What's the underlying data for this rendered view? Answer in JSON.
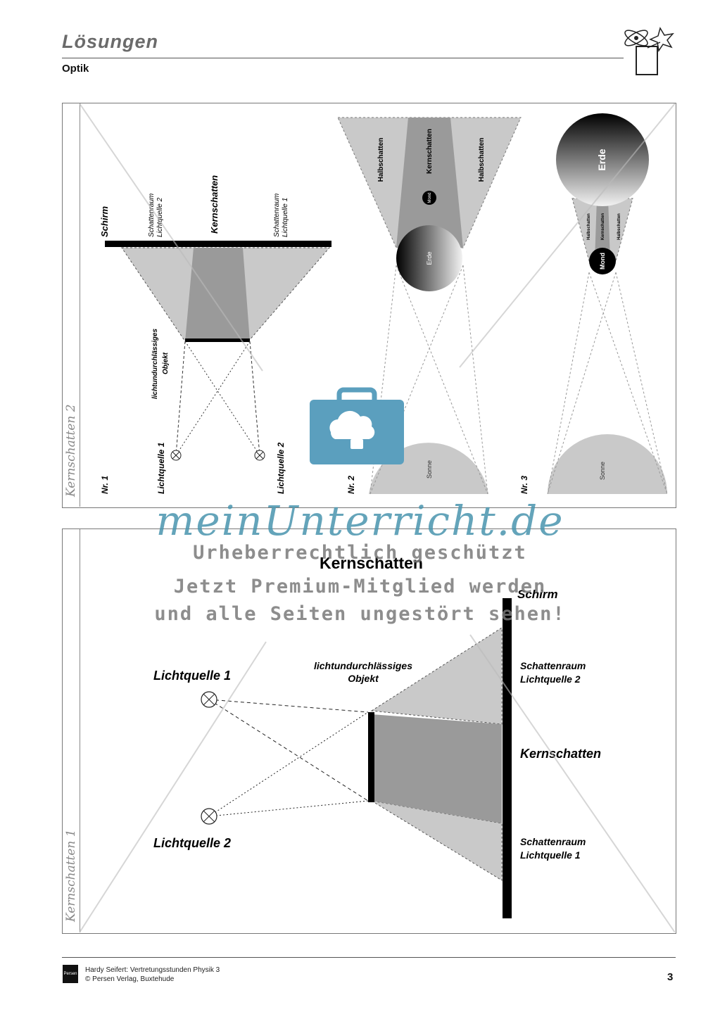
{
  "header": {
    "title": "Lösungen",
    "subtitle": "Optik"
  },
  "top_panel": {
    "side_label": "Kernschatten 2",
    "nr1": {
      "number": "Nr. 1",
      "screen": "Schirm",
      "shadow_ls2": [
        "Schattenraum",
        "Lichtquelle 2"
      ],
      "core": "Kernschatten",
      "shadow_ls1": [
        "Schattenraum",
        "Lichtquelle 1"
      ],
      "object": [
        "lichtundurchlässiges",
        "Objekt"
      ],
      "ls1": "Lichtquelle 1",
      "ls2": "Lichtquelle 2"
    },
    "nr2": {
      "number": "Nr. 2",
      "halb_left": "Halbschatten",
      "kern": "Kernschatten",
      "halb_right": "Halbschatten",
      "mond": "Mond",
      "erde": "Erde",
      "sonne": "Sonne"
    },
    "nr3": {
      "number": "Nr. 3",
      "erde": "Erde",
      "halb_left": "Halbschatten",
      "kern": "Kernschatten",
      "halb_right": "Halbschatten",
      "mond": "Mond",
      "sonne": "Sonne"
    }
  },
  "bottom_panel": {
    "side_label": "Kernschatten 1",
    "title": "Kernschatten",
    "screen": "Schirm",
    "ls1": "Lichtquelle 1",
    "ls2": "Lichtquelle 2",
    "object": [
      "lichtundurchlässiges",
      "Objekt"
    ],
    "shadow_ls2": [
      "Schattenraum",
      "Lichtquelle 2"
    ],
    "core": "Kernschatten",
    "shadow_ls1": [
      "Schattenraum",
      "Lichtquelle 1"
    ]
  },
  "watermark": {
    "brand": "meinUnterricht.de",
    "line1": "Urheberrechtlich geschützt",
    "line2": "Jetzt Premium-Mitglied werden",
    "line3": "und alle Seiten ungestört sehen!"
  },
  "footer": {
    "line1": "Hardy Seifert: Vertretungsstunden Physik 3",
    "line2": "© Persen Verlag, Buxtehude",
    "publisher": "Persen",
    "page": "3"
  },
  "colors": {
    "light_gray": "#c9c9c9",
    "mid_gray": "#9a9a9a",
    "brand_blue": "#5b9fbe"
  }
}
